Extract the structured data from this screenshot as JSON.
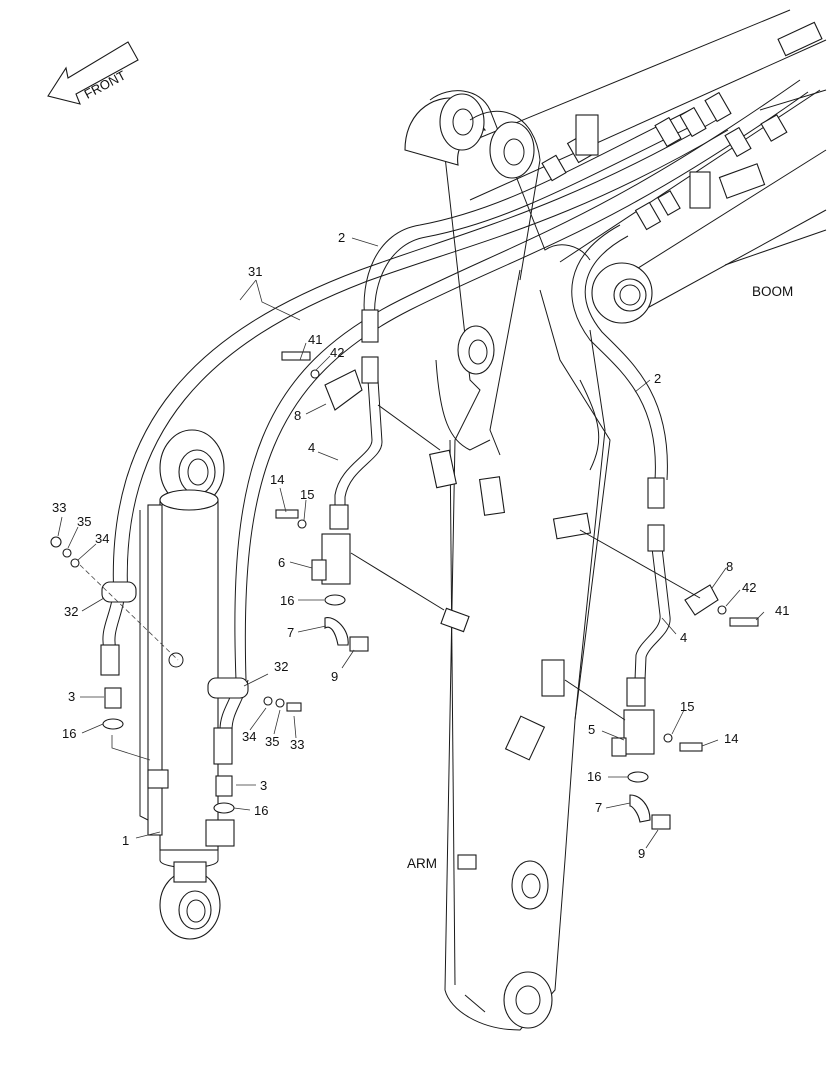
{
  "arrow": {
    "text": "FRONT"
  },
  "regions": {
    "boom": "BOOM",
    "arm": "ARM"
  },
  "callouts": {
    "c1": "1",
    "c2a": "2",
    "c2b": "2",
    "c3a": "3",
    "c3b": "3",
    "c4a": "4",
    "c4b": "4",
    "c5": "5",
    "c6": "6",
    "c7a": "7",
    "c7b": "7",
    "c8a": "8",
    "c8b": "8",
    "c9a": "9",
    "c9b": "9",
    "c14a": "14",
    "c14b": "14",
    "c15a": "15",
    "c15b": "15",
    "c16a": "16",
    "c16b": "16",
    "c16c": "16",
    "c16d": "16",
    "c31": "31",
    "c32a": "32",
    "c32b": "32",
    "c33a": "33",
    "c33b": "33",
    "c34a": "34",
    "c34b": "34",
    "c35a": "35",
    "c35b": "35",
    "c41a": "41",
    "c41b": "41",
    "c42a": "42",
    "c42b": "42"
  },
  "colors": {
    "line": "#1a1a1a",
    "fill": "#ffffff"
  }
}
